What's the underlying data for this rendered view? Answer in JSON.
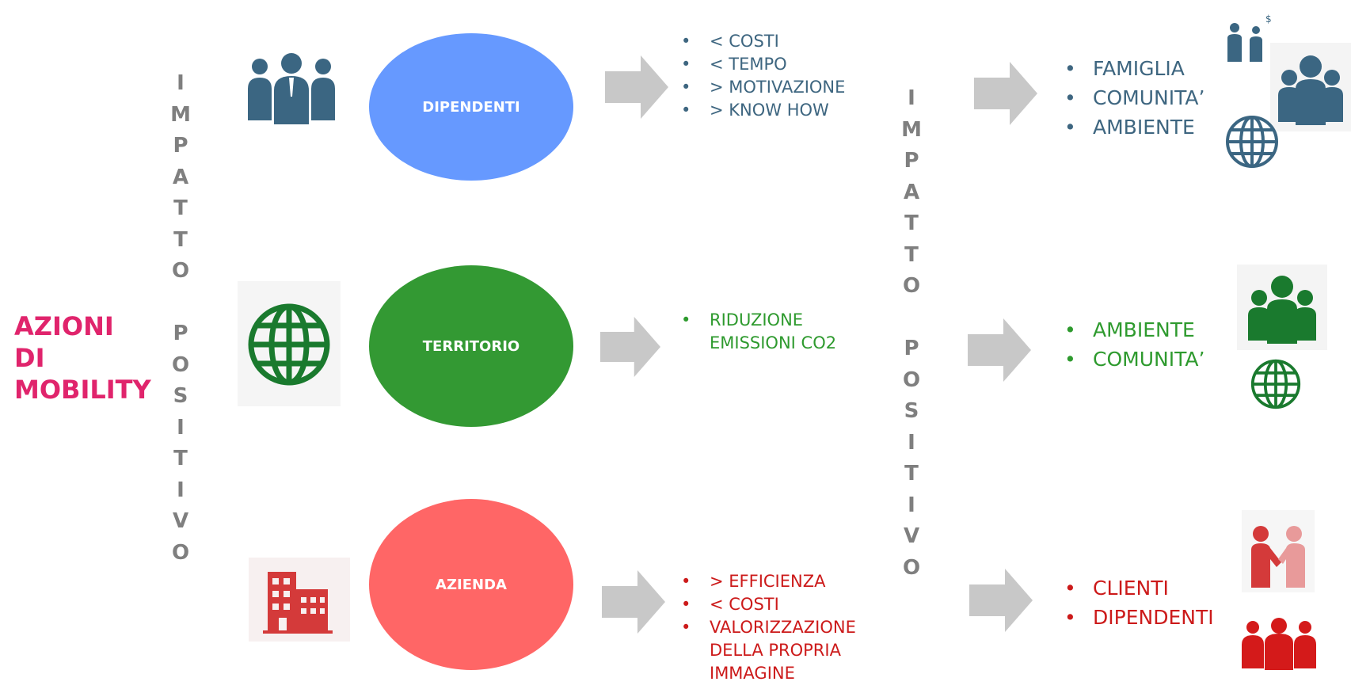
{
  "title": [
    "AZIONI DI",
    "MOBILITY"
  ],
  "impatto_positivo": [
    "I",
    "M",
    "P",
    "A",
    "T",
    "T",
    "O",
    "",
    "P",
    "O",
    "S",
    "I",
    "T",
    "I",
    "V",
    "O"
  ],
  "rows": [
    {
      "circle_label": "DIPENDENTI",
      "circle_color": "#6699ff",
      "text_color": "#3e6680",
      "benefits": [
        "< COSTI",
        "< TEMPO",
        "> MOTIVAZIONE",
        "> KNOW HOW"
      ],
      "impacts": [
        "FAMIGLIA",
        "COMUNITA’",
        "AMBIENTE"
      ],
      "icons": {
        "left": "business-people-icon",
        "right": [
          "family-icon",
          "group-icon",
          "globe-icon"
        ]
      }
    },
    {
      "circle_label": "TERRITORIO",
      "circle_color": "#339933",
      "text_color": "#2e9a2e",
      "benefits": [
        "RIDUZIONE EMISSIONI CO2"
      ],
      "impacts": [
        "AMBIENTE",
        "COMUNITA’"
      ],
      "icons": {
        "left": "globe-icon",
        "right": [
          "group-icon",
          "globe-icon"
        ]
      }
    },
    {
      "circle_label": "AZIENDA",
      "circle_color": "#ff6666",
      "text_color": "#cc1a1a",
      "benefits": [
        "> EFFICIENZA",
        "< COSTI",
        "VALORIZZAZIONE DELLA PROPRIA IMMAGINE"
      ],
      "impacts": [
        "CLIENTI",
        "DIPENDENTI"
      ],
      "icons": {
        "left": "office-building-icon",
        "right": [
          "handshake-icon",
          "business-people-icon"
        ]
      }
    }
  ],
  "arrow_color": "#c8c8c8"
}
